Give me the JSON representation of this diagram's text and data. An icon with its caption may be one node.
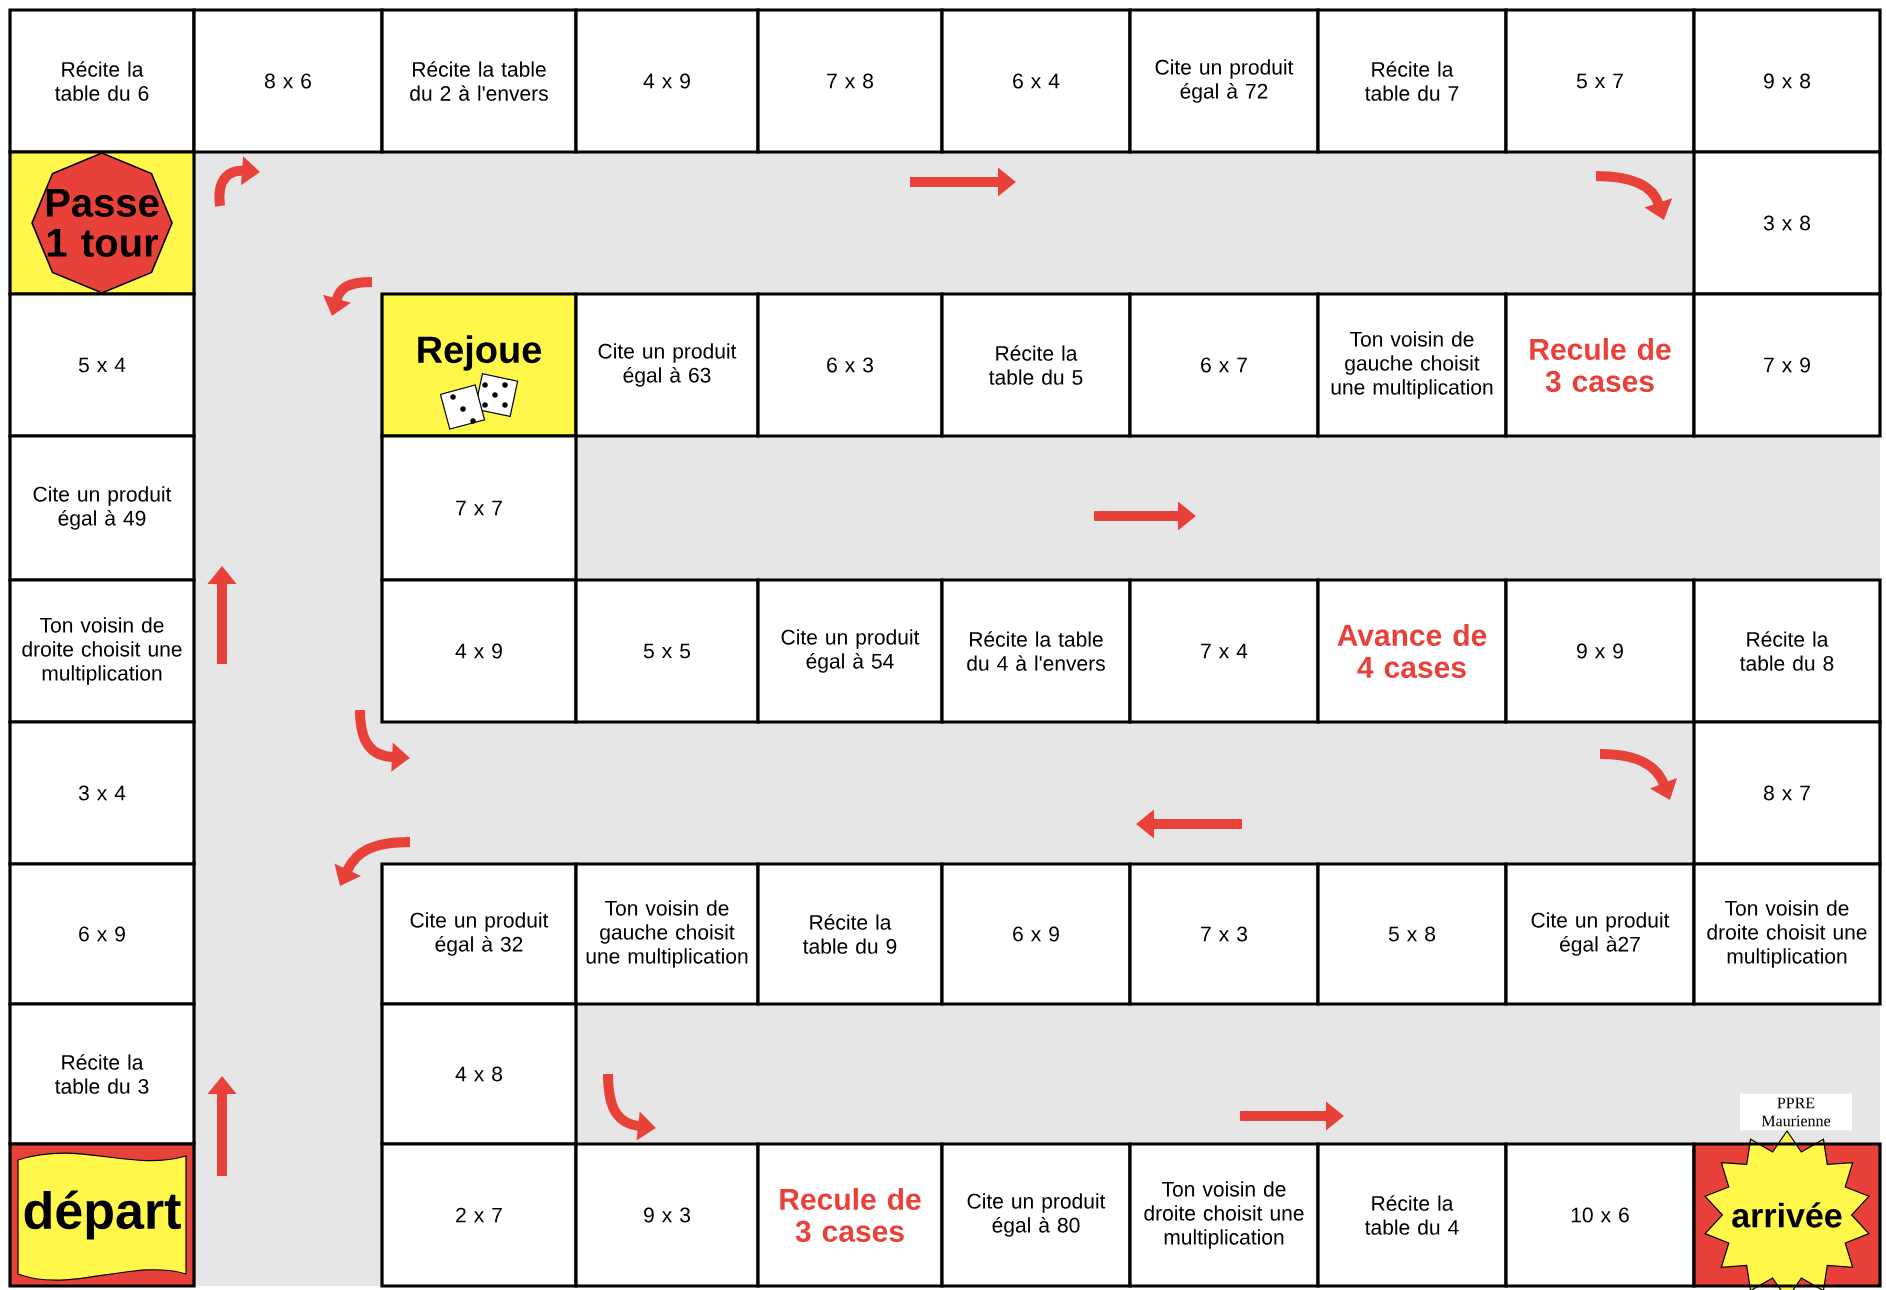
{
  "diagram": {
    "nodes": [
      {
        "text": [
          "Récite la table du 6"
        ]
      },
      {
        "text": [
          "8 x 6"
        ]
      },
      {
        "text": [
          "Récite la table du 2 à l'envers"
        ]
      },
      {
        "text": [
          "4 x 9"
        ]
      },
      {
        "text": [
          "7 x 8"
        ]
      },
      {
        "text": [
          "6 x 4"
        ]
      },
      {
        "text": [
          "Cite un produit égal à 72"
        ]
      },
      {
        "text": [
          "Récite la table du 7"
        ]
      },
      {
        "text": [
          "5 x 7"
        ]
      },
      {
        "text": [
          "9 x 8"
        ]
      },
      {
        "text": [
          "Passe 1 tour"
        ]
      },
      {
        "text": [
          "3 x 8"
        ]
      },
      {
        "text": [
          "5 x 4"
        ]
      },
      {
        "text": [
          "Rejoue"
        ]
      },
      {
        "text": [
          "Cite un produit égal à 63"
        ]
      },
      {
        "text": [
          "6 x 3"
        ]
      },
      {
        "text": [
          "Récite la table du 5"
        ]
      },
      {
        "text": [
          "6 x 7"
        ]
      },
      {
        "text": [
          "Ton voisin de gauche choisit une multiplication"
        ]
      },
      {
        "text": [
          "Recule de 3 cases"
        ]
      },
      {
        "text": [
          "7 x 9"
        ]
      },
      {
        "text": [
          "Cite un produit égal à 49"
        ]
      },
      {
        "text": [
          "7 x 7"
        ]
      },
      {
        "text": [
          "Ton voisin de droite choisit une multiplication"
        ]
      },
      {
        "text": [
          "4 x 9"
        ]
      },
      {
        "text": [
          "5 x 5"
        ]
      },
      {
        "text": [
          "Cite un produit égal à 54"
        ]
      },
      {
        "text": [
          "Récite la table du 4 à l'envers"
        ]
      },
      {
        "text": [
          "7 x 4"
        ]
      },
      {
        "text": [
          "Avance de 4 cases"
        ]
      },
      {
        "text": [
          "9 x 9"
        ]
      },
      {
        "text": [
          "Récite la table du 8"
        ]
      },
      {
        "text": [
          "3 x 4"
        ]
      },
      {
        "text": [
          "8 x 7"
        ]
      },
      {
        "text": [
          "6 x 9"
        ]
      },
      {
        "text": [
          "Cite un produit égal à 32"
        ]
      },
      {
        "text": [
          "Ton voisin de gauche choisit une multiplication"
        ]
      },
      {
        "text": [
          "Récite la table du 9"
        ]
      },
      {
        "text": [
          "6 x 9"
        ]
      },
      {
        "text": [
          "7 x 3"
        ]
      },
      {
        "text": [
          "5 x 8"
        ]
      },
      {
        "text": [
          "Cite un produit égal à27"
        ]
      },
      {
        "text": [
          "Ton voisin de droite choisit une multiplication"
        ]
      },
      {
        "text": [
          "Récite la table du 3"
        ]
      },
      {
        "text": [
          "4 x 8"
        ]
      },
      {
        "text": [
          "départ"
        ]
      },
      {
        "text": [
          "2 x 7"
        ]
      },
      {
        "text": [
          "9 x 3"
        ]
      },
      {
        "text": [
          "Recule de 3 cases"
        ]
      },
      {
        "text": [
          "Cite un produit égal à 80"
        ]
      },
      {
        "text": [
          "Ton voisin de droite choisit une multiplication"
        ]
      },
      {
        "text": [
          "Récite la table du 4"
        ]
      },
      {
        "text": [
          "10 x 6"
        ]
      },
      {
        "text": [
          "arrivée"
        ]
      }
    ],
    "labels": [
      "PPRE Maurienne"
    ]
  }
}
